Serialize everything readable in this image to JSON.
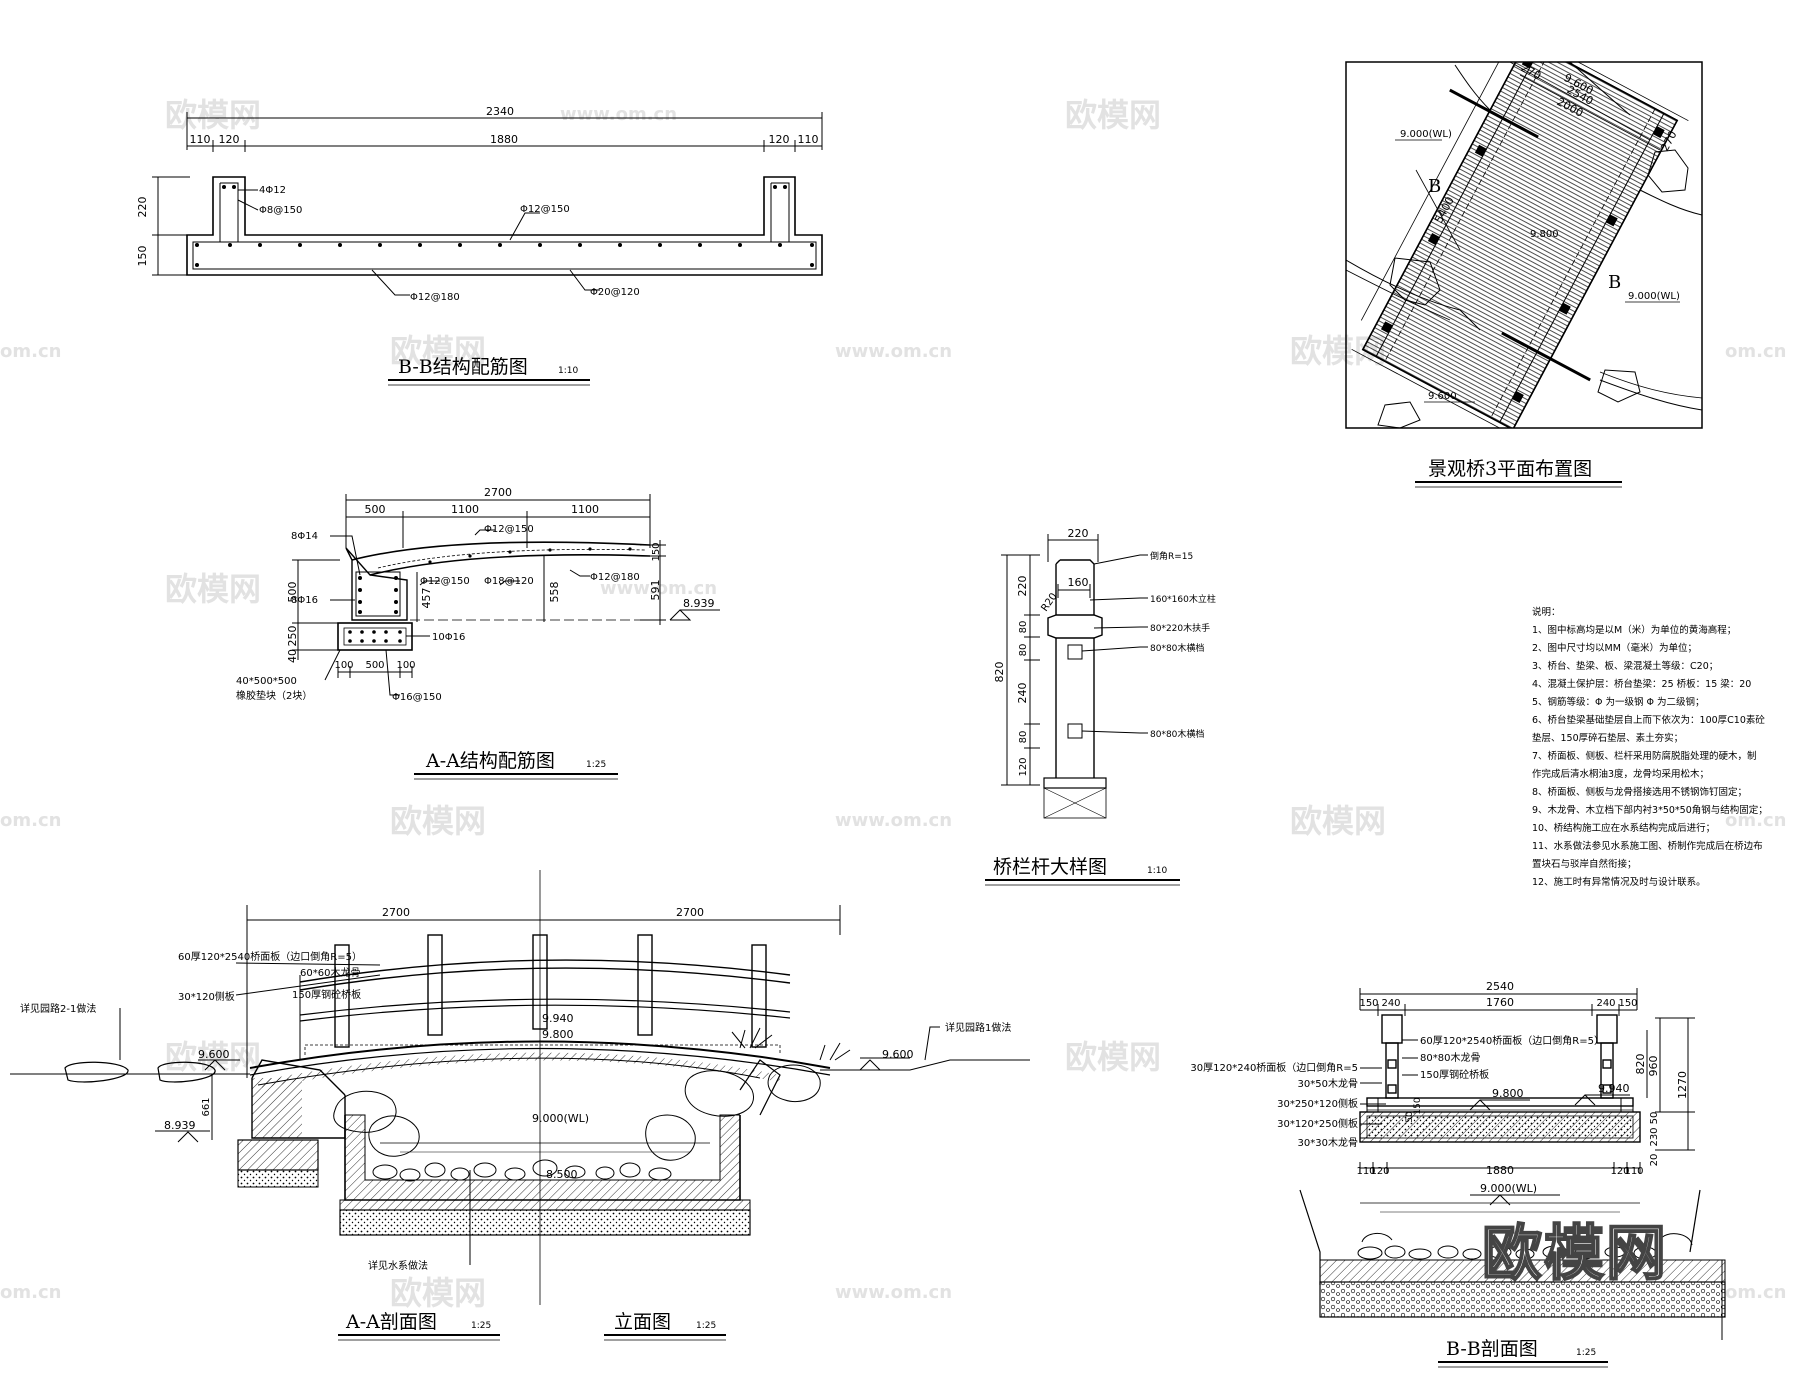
{
  "watermarks": {
    "logo": "欧模网",
    "site": "www.om.cn",
    "site_short": "om.cn",
    "big": "欧模网"
  },
  "titles": {
    "bb_struct": "B-B结构配筋图",
    "bb_struct_scale": "1:10",
    "aa_struct": "A-A结构配筋图",
    "aa_struct_scale": "1:25",
    "plan": "景观桥3平面布置图",
    "railing": "桥栏杆大样图",
    "railing_scale": "1:10",
    "aa_section": "A-A剖面图",
    "aa_section_scale": "1:25",
    "elevation": "立面图",
    "elevation_scale": "1:25",
    "bb_section": "B-B剖面图",
    "bb_section_scale": "1:25"
  },
  "bb_struct": {
    "dims_top": [
      "2340",
      "110",
      "120",
      "1880",
      "120",
      "110"
    ],
    "dims_left": [
      "220",
      "150"
    ],
    "rebar": [
      "4Φ12",
      "Φ8@150",
      "Φ12@150",
      "Φ12@180",
      "Φ20@120"
    ]
  },
  "aa_struct": {
    "dims_top": [
      "2700",
      "500",
      "1100",
      "1100"
    ],
    "dims_left": [
      "500",
      "250",
      "40"
    ],
    "dims_right": [
      "150",
      "591",
      "558",
      "457"
    ],
    "dims_bottom": [
      "100",
      "500",
      "100"
    ],
    "rebar": [
      "8Φ14",
      "8Φ16",
      "Φ12@150",
      "Φ12@180",
      "Φ18@120",
      "Φ12@150",
      "10Φ16",
      "Φ16@150"
    ],
    "elev": "8.939",
    "pad": "40*500*500",
    "pad_note": "橡胶垫块（2块）"
  },
  "plan": {
    "dims": [
      "270",
      "9.600",
      "2540",
      "2000",
      "270",
      "5400"
    ],
    "elevs": [
      "9.000(WL)",
      "9.800",
      "9.000(WL)",
      "9.600"
    ],
    "cut": [
      "B",
      "B"
    ]
  },
  "railing": {
    "dims_top": [
      "220",
      "160"
    ],
    "dims_left": [
      "820",
      "220",
      "80",
      "80",
      "240",
      "80",
      "120"
    ],
    "r_label": "R20",
    "notes": [
      "倒角R=15",
      "160*160木立柱",
      "80*220木扶手",
      "80*80木横档",
      "80*80木横档"
    ]
  },
  "specs": {
    "title": "说明：",
    "lines": [
      "1、图中标高均是以M（米）为单位的黄海高程；",
      "2、图中尺寸均以MM（毫米）为单位；",
      "3、桥台、垫梁、板、梁混凝土等级：C20；",
      "4、混凝土保护层：桥台垫梁：25  桥板：15  梁：20",
      "5、钢筋等级：Φ 为一级钢 Φ 为二级钢；",
      "6、桥台垫梁基础垫层自上而下依次为：100厚C10素砼",
      "垫层、150厚碎石垫层、素土夯实；",
      "7、桥面板、侧板、栏杆采用防腐脱脂处理的硬木，制",
      "作完成后清水桐油3度，龙骨均采用松木；",
      "8、桥面板、侧板与龙骨搭接选用不锈钢饰钉固定；",
      "9、木龙骨、木立档下部内衬3*50*50角钢与结构固定；",
      "10、桥结构施工应在水系结构完成后进行；",
      "11、水系做法参见水系施工图、桥制作完成后在桥边布",
      "置块石与驳岸自然衔接；",
      "12、施工时有异常情况及时与设计联系。"
    ]
  },
  "aa_section": {
    "dims": [
      "2700",
      "2700"
    ],
    "labels": [
      "60厚120*2540桥面板（边口倒角R=5）",
      "60*60木龙骨",
      "150厚钢砼桥板",
      "30*120侧板",
      "详见园路2-1做法",
      "详见园路1做法",
      "详见水系做法"
    ],
    "elevs": [
      "9.600",
      "9.940",
      "9.800",
      "9.600",
      "9.000(WL)",
      "8.939",
      "8.500"
    ],
    "dim_v": "661"
  },
  "bb_section": {
    "dims_top": [
      "2540",
      "150",
      "240",
      "1760",
      "240",
      "150"
    ],
    "dims_bottom": [
      "110",
      "120",
      "1880",
      "120",
      "110"
    ],
    "dims_right": [
      "960",
      "1270",
      "820",
      "20",
      "230",
      "50"
    ],
    "labels_left": [
      "30厚120*240桥面板（边口倒角R=5",
      "30*50木龙骨",
      "30*250*120侧板",
      "30*120*250侧板",
      "30*30木龙骨"
    ],
    "labels_mid": [
      "60厚120*2540桥面板（边口倒角R=5）",
      "80*80木龙骨",
      "150厚钢砼桥板"
    ],
    "elevs": [
      "9.940",
      "9.800",
      "9.000(WL)"
    ],
    "dim_v": [
      "50",
      "150"
    ]
  }
}
